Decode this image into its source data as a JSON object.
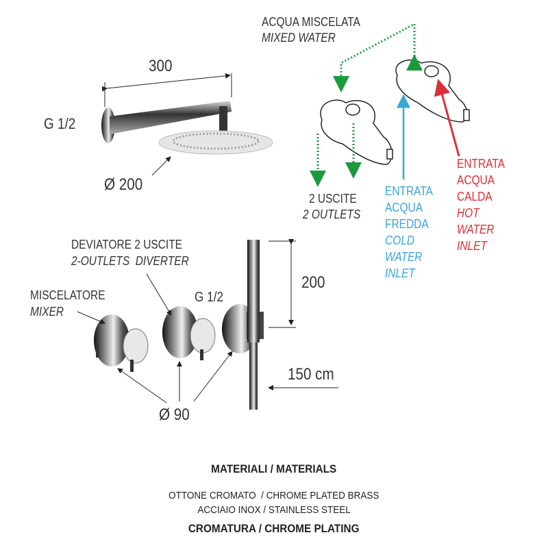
{
  "colors": {
    "text": "#333333",
    "cold": "#3aa6d8",
    "hot": "#d9303c",
    "mixed": "#1a9a3c"
  },
  "top": {
    "mixed_water_it": "ACQUA MISCELATA",
    "mixed_water_en": "MIXED WATER",
    "arm_length": "300",
    "arm_thread": "G 1/2",
    "head_diameter": "Ø 200",
    "outlets_it": "2 USCITE",
    "outlets_en": "2 OUTLETS",
    "cold_inlet": [
      "ENTRATA",
      "ACQUA",
      "FREDDA",
      "COLD",
      "WATER",
      "INLET"
    ],
    "hot_inlet": [
      "ENTRATA",
      "ACQUA",
      "CALDA",
      "HOT",
      "WATER",
      "INLET"
    ]
  },
  "bottom": {
    "diverter_it": "DEVIATORE 2 USCITE",
    "diverter_en": "2-OUTLETS  DIVERTER",
    "mixer_it": "MISCELATORE",
    "mixer_en": "MIXER",
    "outlet_thread": "G 1/2",
    "handshower_length": "200",
    "hose_length": "150 cm",
    "plate_diameter": "Ø 90"
  },
  "materials": {
    "title": "MATERIALI / MATERIALS",
    "line1": "OTTONE CROMATO  / CHROME PLATED BRASS",
    "line2": "ACCIAIO INOX / STAINLESS STEEL",
    "finish": "CROMATURA / CHROME PLATING"
  }
}
